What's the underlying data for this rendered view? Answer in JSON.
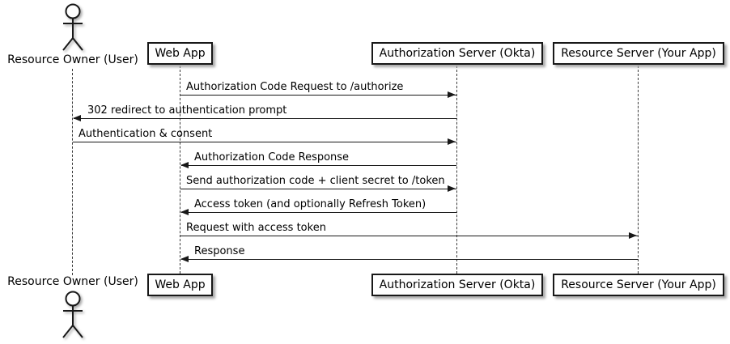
{
  "diagram": {
    "type": "sequence-diagram",
    "actor": {
      "name": "Resource Owner (User)"
    },
    "participants": [
      {
        "label": "Web App"
      },
      {
        "label": "Authorization Server (Okta)"
      },
      {
        "label": "Resource Server (Your App)"
      }
    ],
    "messages": [
      {
        "label": "Authorization Code Request to /authorize",
        "from": "Web App",
        "to": "Authorization Server (Okta)",
        "direction": "right"
      },
      {
        "label": "302 redirect to authentication prompt",
        "from": "Authorization Server (Okta)",
        "to": "Resource Owner (User)",
        "direction": "left"
      },
      {
        "label": "Authentication & consent",
        "from": "Resource Owner (User)",
        "to": "Authorization Server (Okta)",
        "direction": "right"
      },
      {
        "label": "Authorization Code Response",
        "from": "Authorization Server (Okta)",
        "to": "Web App",
        "direction": "left"
      },
      {
        "label": "Send authorization code + client secret to /token",
        "from": "Web App",
        "to": "Authorization Server (Okta)",
        "direction": "right"
      },
      {
        "label": "Access token (and optionally Refresh Token)",
        "from": "Authorization Server (Okta)",
        "to": "Web App",
        "direction": "left"
      },
      {
        "label": "Request with access token",
        "from": "Web App",
        "to": "Resource Server (Your App)",
        "direction": "right"
      },
      {
        "label": "Response",
        "from": "Resource Server (Your App)",
        "to": "Web App",
        "direction": "left"
      }
    ],
    "colors": {
      "line": "#181818",
      "box_fill": "#FEFEFE",
      "box_border": "#181818",
      "shadow": "#A9A9A9",
      "background": "#FFFFFF"
    }
  }
}
